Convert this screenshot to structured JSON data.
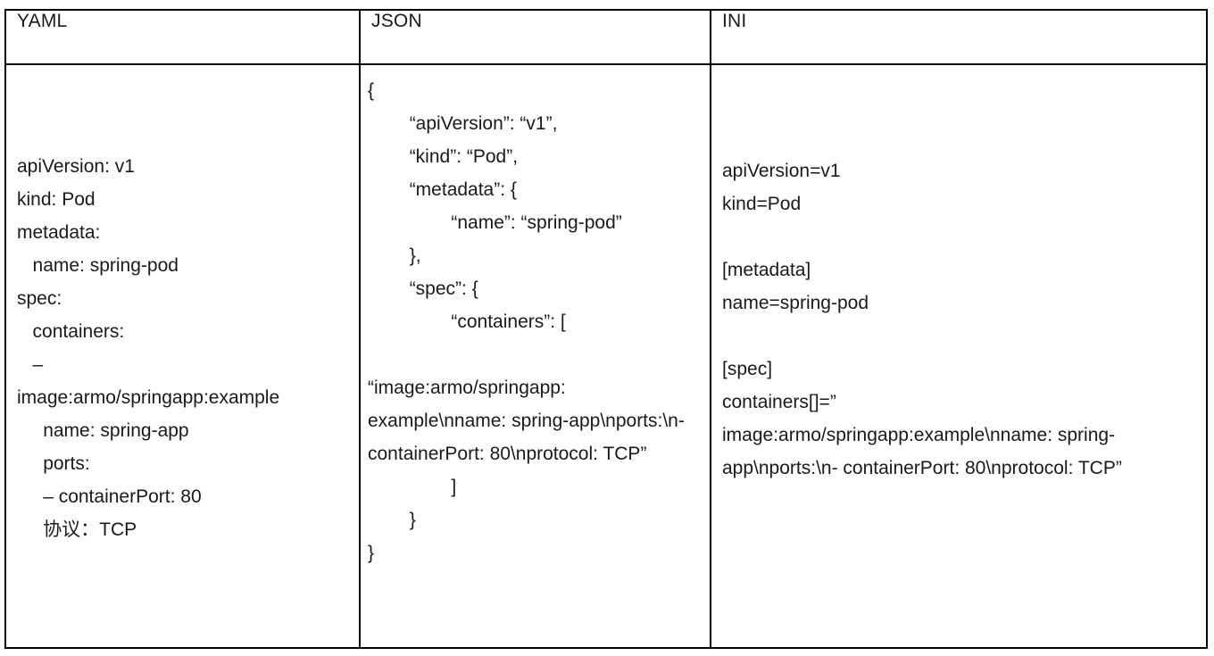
{
  "table": {
    "columns": [
      {
        "id": "yaml",
        "header": "YAML"
      },
      {
        "id": "json",
        "header": "JSON"
      },
      {
        "id": "ini",
        "header": "INI"
      }
    ],
    "cells": {
      "yaml": "apiVersion: v1\nkind: Pod\nmetadata:\n   name: spring-pod\nspec:\n   containers:\n   –\nimage:armo/springapp:example\n     name: spring-app\n     ports:\n     – containerPort: 80\n     协议：TCP",
      "json": "{\n        “apiVersion”: “v1”,\n        “kind”: “Pod”,\n        “metadata”: {\n                “name”: “spring-pod”\n        },\n        “spec”: {\n                “containers”: [\n\n“image:armo/springapp: example\\nname: spring-app\\nports:\\n- containerPort: 80\\nprotocol: TCP”\n                ]\n        }\n}",
      "ini": "apiVersion=v1\nkind=Pod\n\n[metadata]\nname=spring-pod\n\n[spec]\ncontainers[]=”\nimage:armo/springapp:example\\nname: spring-app\\nports:\\n- containerPort: 80\\nprotocol: TCP”"
    }
  },
  "theme": {
    "border_color": "#000000",
    "text_color": "#1a1a1a",
    "background": "#ffffff"
  }
}
